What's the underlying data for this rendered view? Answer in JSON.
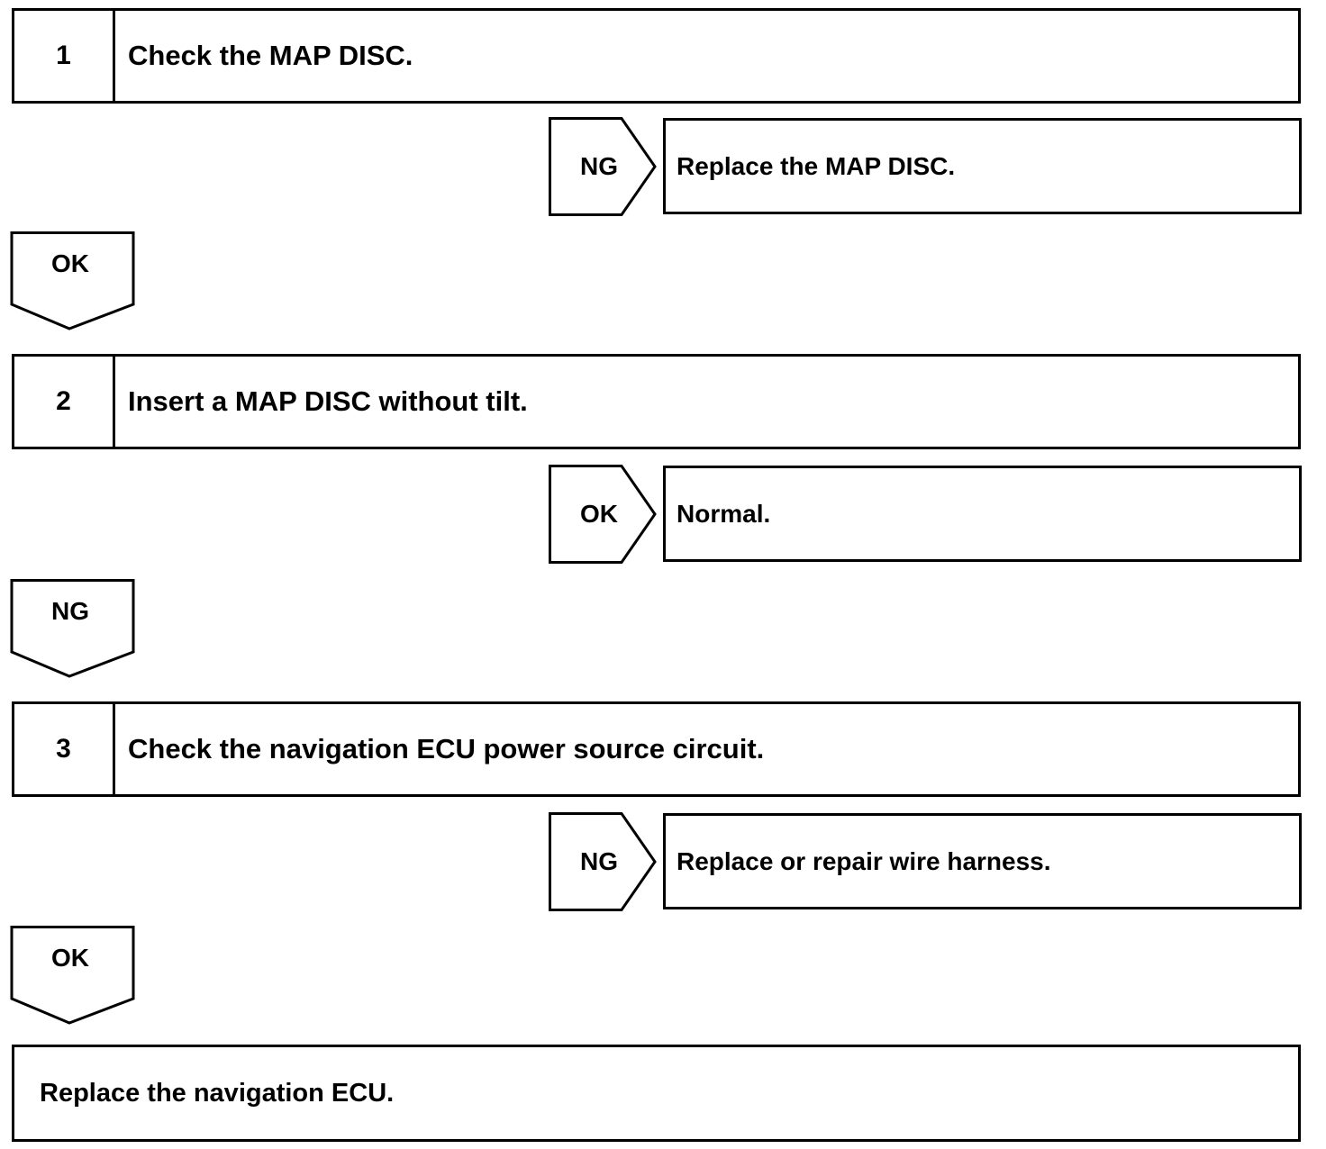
{
  "steps": [
    {
      "number": "1",
      "text": "Check the MAP DISC."
    },
    {
      "number": "2",
      "text": "Insert a MAP DISC without tilt."
    },
    {
      "number": "3",
      "text": "Check the navigation ECU power source circuit."
    }
  ],
  "branches": [
    {
      "label": "NG",
      "action": "Replace the MAP DISC."
    },
    {
      "label": "OK",
      "action": "Normal."
    },
    {
      "label": "NG",
      "action": "Replace or repair wire harness."
    }
  ],
  "flows": [
    {
      "label": "OK"
    },
    {
      "label": "NG"
    },
    {
      "label": "OK"
    }
  ],
  "final": {
    "text": "Replace the navigation ECU."
  }
}
